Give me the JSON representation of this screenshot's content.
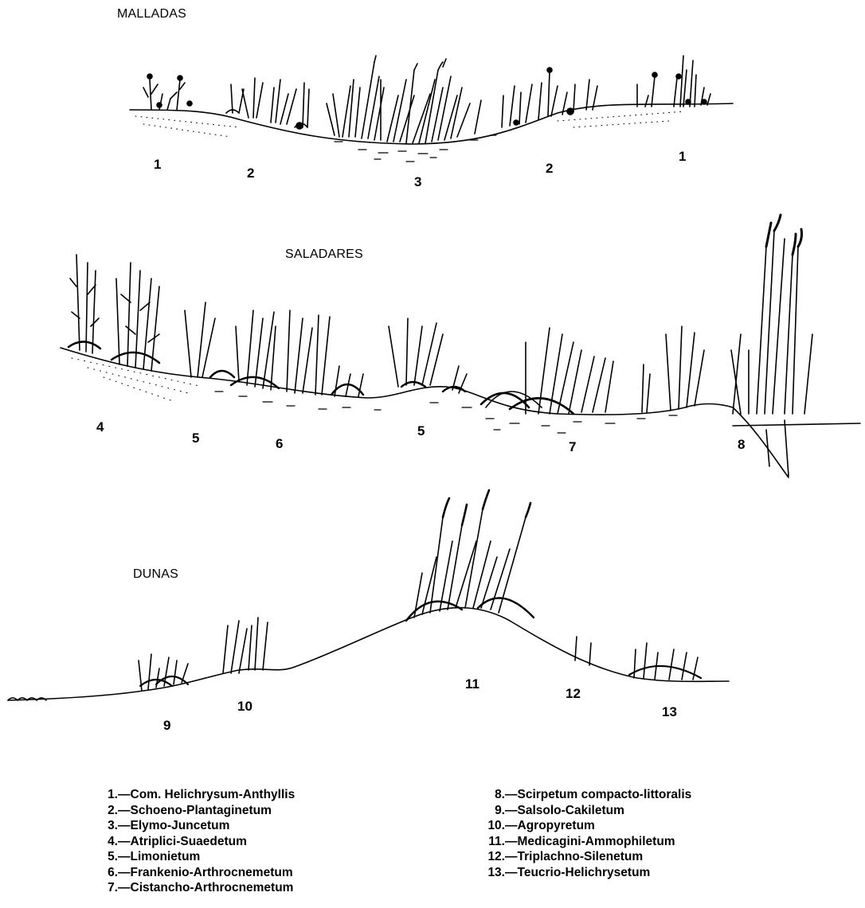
{
  "sections": {
    "malladas": "MALLADAS",
    "saladares": "SALADARES",
    "dunas": "DUNAS"
  },
  "zone_numbers": {
    "malladas": [
      "1",
      "2",
      "3",
      "2",
      "1"
    ],
    "saladares": [
      "4",
      "5",
      "6",
      "5",
      "7",
      "8"
    ],
    "dunas": [
      "9",
      "10",
      "11",
      "12",
      "13"
    ]
  },
  "legend": {
    "left": [
      {
        "num": "1.",
        "text": "—Com. Helichrysum-Anthyllis"
      },
      {
        "num": "2.",
        "text": "—Schoeno-Plantaginetum"
      },
      {
        "num": "3.",
        "text": "—Elymo-Juncetum"
      },
      {
        "num": "4.",
        "text": "—Atriplici-Suaedetum"
      },
      {
        "num": "5.",
        "text": "—Limonietum"
      },
      {
        "num": "6.",
        "text": "—Frankenio-Arthrocnemetum"
      },
      {
        "num": "7.",
        "text": "—Cistancho-Arthrocnemetum"
      }
    ],
    "right": [
      {
        "num": "8.",
        "text": "—Scirpetum compacto-littoralis"
      },
      {
        "num": "9.",
        "text": "—Salsolo-Cakiletum"
      },
      {
        "num": "10.",
        "text": "—Agropyretum"
      },
      {
        "num": "11.",
        "text": "—Medicagini-Ammophiletum"
      },
      {
        "num": "12.",
        "text": "—Triplachno-Silenetum"
      },
      {
        "num": "13.",
        "text": "—Teucrio-Helichrysetum"
      }
    ]
  }
}
